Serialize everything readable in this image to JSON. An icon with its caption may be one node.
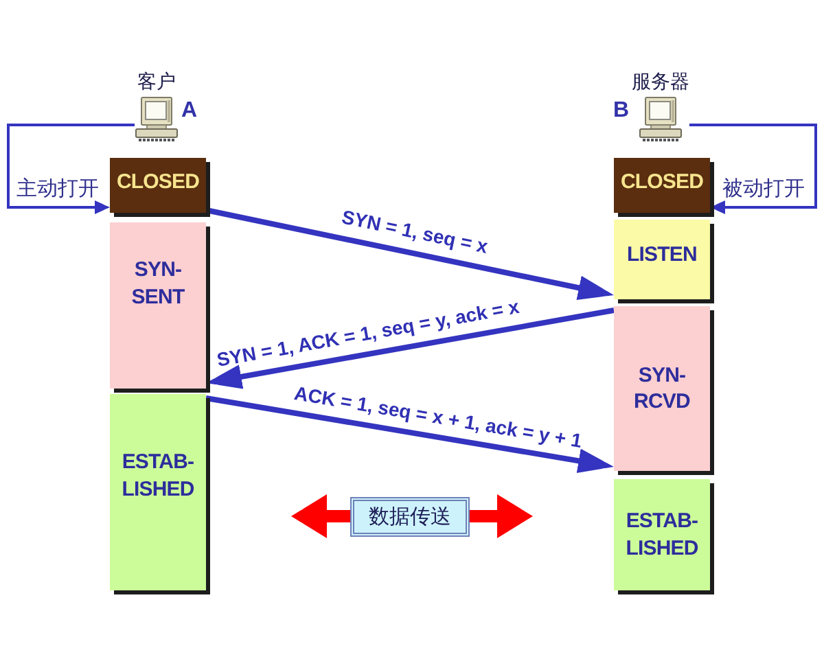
{
  "diagram": {
    "nodes": [
      {
        "text": [
          "客户"
        ],
        "beside": [
          "A"
        ]
      },
      {
        "text": [
          "服务器"
        ],
        "beside": [
          "B"
        ]
      },
      {
        "text": [
          "CLOSED"
        ]
      },
      {
        "text": [
          "CLOSED"
        ]
      },
      {
        "text": [
          "SYN- SENT"
        ]
      },
      {
        "text": [
          "LISTEN"
        ]
      },
      {
        "text": [
          "SYN- RCVD"
        ]
      },
      {
        "text": [
          "ESTAB- LISHED"
        ]
      },
      {
        "text": [
          "数据传送"
        ]
      },
      {
        "text": [
          "ESTAB- LISHED"
        ]
      }
    ],
    "edges": [
      {
        "from": 0,
        "to": 2,
        "arrow": "to",
        "label": "主动打开"
      },
      {
        "from": 1,
        "to": 3,
        "arrow": "to",
        "label": "被动打开"
      },
      {
        "from": 2,
        "to": 5,
        "arrow": "to",
        "label": "SYN = 1, seq = x"
      },
      {
        "from": 6,
        "to": 4,
        "arrow": "to",
        "label": "SYN = 1, ACK = 1, seq = y, ack = x"
      },
      {
        "from": 7,
        "to": 6,
        "arrow": "to",
        "label": "ACK = 1, seq = x + 1, ack = y + 1"
      },
      {
        "from": 8,
        "to": null,
        "arrow": "to",
        "style": "thick",
        "color": "#ff0000"
      },
      {
        "from": 8,
        "to": null,
        "arrow": "to",
        "style": "thick",
        "color": "#ff0000"
      }
    ]
  }
}
